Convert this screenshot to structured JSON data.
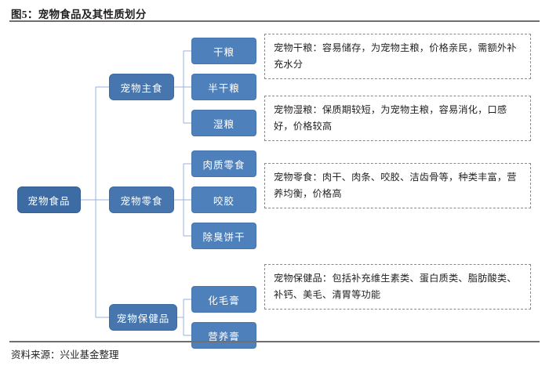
{
  "figure": {
    "title": "图5：宠物食品及其性质划分",
    "source": "资料来源：兴业基金整理"
  },
  "colors": {
    "level1_fill": "#3d6ca4",
    "level2_fill": "#4676ad",
    "level3_fill": "#4e81bb",
    "connector": "#95b3d7",
    "rule": "#6f6f6f",
    "desc_border": "#8a8a8a"
  },
  "diagram": {
    "root": {
      "label": "宠物食品"
    },
    "branches": [
      {
        "label": "宠物主食",
        "children": [
          {
            "label": "干粮"
          },
          {
            "label": "半干粮"
          },
          {
            "label": "湿粮"
          }
        ]
      },
      {
        "label": "宠物零食",
        "children": [
          {
            "label": "肉质零食"
          },
          {
            "label": "咬胶"
          },
          {
            "label": "除臭饼干"
          }
        ]
      },
      {
        "label": "宠物保健品",
        "children": [
          {
            "label": "化毛膏"
          },
          {
            "label": "营养膏"
          }
        ]
      }
    ],
    "descriptions": [
      {
        "text": "宠物干粮：容易储存，为宠物主粮，价格亲民，需额外补充水分"
      },
      {
        "text": "宠物湿粮：保质期较短，为宠物主粮，容易消化，口感好，价格较高"
      },
      {
        "text": "宠物零食：肉干、肉条、咬胶、洁齿骨等，种类丰富，营养均衡，价格高"
      },
      {
        "text": "宠物保健品：包括补充维生素类、蛋白质类、脂肪酸类、补钙、美毛、清胃等功能"
      }
    ]
  }
}
